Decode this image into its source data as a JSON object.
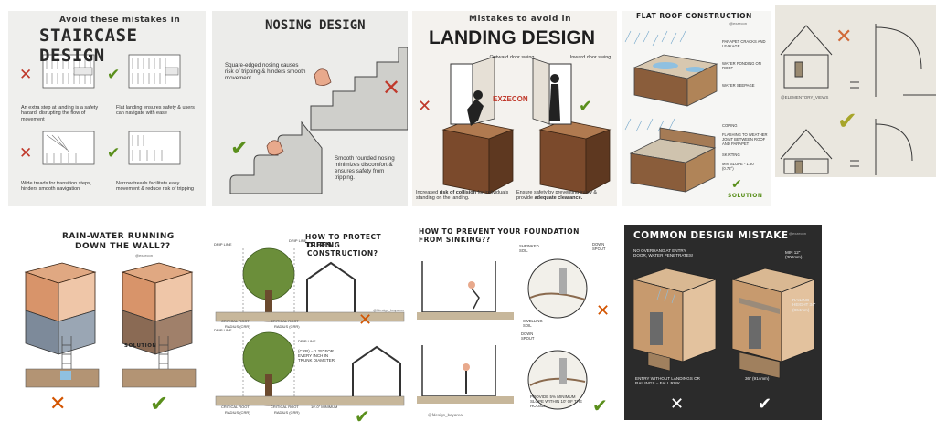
{
  "tiles": {
    "t1": {
      "subtitle": "Avoid these mistakes in",
      "title": "STAIRCASE DESIGN",
      "cap1": "An extra step at landing is a safety hazard, disrupting the flow of movement",
      "cap2": "Flat landing ensures safety & users can navigate with ease",
      "cap3": "Wide treads for transition steps, hinders smooth navigation",
      "cap4": "Narrow treads facilitate easy movement & reduce risk of tripping"
    },
    "t2": {
      "title": "NOSING DESIGN",
      "cap1": "Square-edged nosing causes risk of tripping & hinders smooth movement.",
      "cap2": "Smooth rounded nosing minimizes discomfort & ensures safety from tripping."
    },
    "t3": {
      "subtitle": "Mistakes to avoid in",
      "title": "LANDING DESIGN",
      "lbl_out": "Outward door swing",
      "lbl_in": "Inward door swing",
      "brand": "EXZECON",
      "cap1_a": "Increased ",
      "cap1_b": "risk of collision",
      "cap1_c": " for individuals standing on the landing.",
      "cap2_a": "Ensure safety by preventing injury & provide ",
      "cap2_b": "adequate clearance."
    },
    "t4": {
      "title": "FLAT ROOF CONSTRUCTION",
      "handle": "@exzecon",
      "n1": "PARAPET CRACKS AND LEAKAGE",
      "n2": "WATER PONDING ON ROOF",
      "n3": "WATER SEEPAGE",
      "n4": "COPING",
      "n5": "FLASHING TO WEATHER JOINT BETWEEN ROOF AND PARAPET",
      "n6": "SKIRTING",
      "n7": "MIN SLOPE - 1:80 (0.72°)",
      "solution": "SOLUTION"
    },
    "t5": {
      "handle": "@ELEMENTORY_VIEWS"
    },
    "t6": {
      "title_l1": "RAIN-WATER RUNNING",
      "title_l2": "DOWN THE WALL??",
      "handle": "@exzecon",
      "solution": "SOLUTION"
    },
    "t7": {
      "title_l1": "HOW TO PROTECT TREES",
      "title_l2": "DURING CONSTRUCTION?",
      "drip1": "DRIP LINE",
      "drip2": "DRIP LINE",
      "crit1": "CRITICAL ROOT",
      "crit2": "CRITICAL ROOT",
      "radius1": "RADIUS (CRR)",
      "radius2": "RADIUS (CRR)",
      "drip3": "DRIP LINE",
      "drip4": "DRIP LINE",
      "crit3": "CRITICAL ROOT",
      "crit4": "CRITICAL ROOT",
      "radius3": "RADIUS (CRR)",
      "radius4": "RADIUS (CRR)",
      "formula": "(CRR) = 1.25\" FOR EVERY INCH IN TRUNK DIAMETER",
      "minimum": "10'-0\" MINIMUM",
      "handle": "@fdesign_bayarea"
    },
    "t8": {
      "title_l1": "HOW TO PREVENT YOUR FOUNDATION",
      "title_l2": "FROM SINKING??",
      "n1": "SHRINKED SOIL",
      "n2": "DOWN SPOUT",
      "n3": "SWELLING SOIL",
      "n4": "DOWN SPOUT",
      "n5": "PROVIDE 5% MINIMUM SLOPE WITHIN 10' OF THE HOUSE",
      "handle": "@fdesign_bayarea"
    },
    "t9": {
      "title": "COMMON DESIGN MISTAKE",
      "handle": "@exzecon",
      "n1": "NO OVERHANG AT ENTRY DOOR, WATER PENETRATES!",
      "n2": "MIN 12\" (300mm)",
      "n3": "RAILING HEIGHT 34\" (864mm)",
      "n4": "36\" (914mm)",
      "n5": "ENTRY WITHOUT LANDINGS OR RAILINGS = FALL RISK"
    }
  },
  "colors": {
    "cross": "#c0392b",
    "check": "#5a8f1c",
    "dark_panel": "#2b2b2b"
  }
}
